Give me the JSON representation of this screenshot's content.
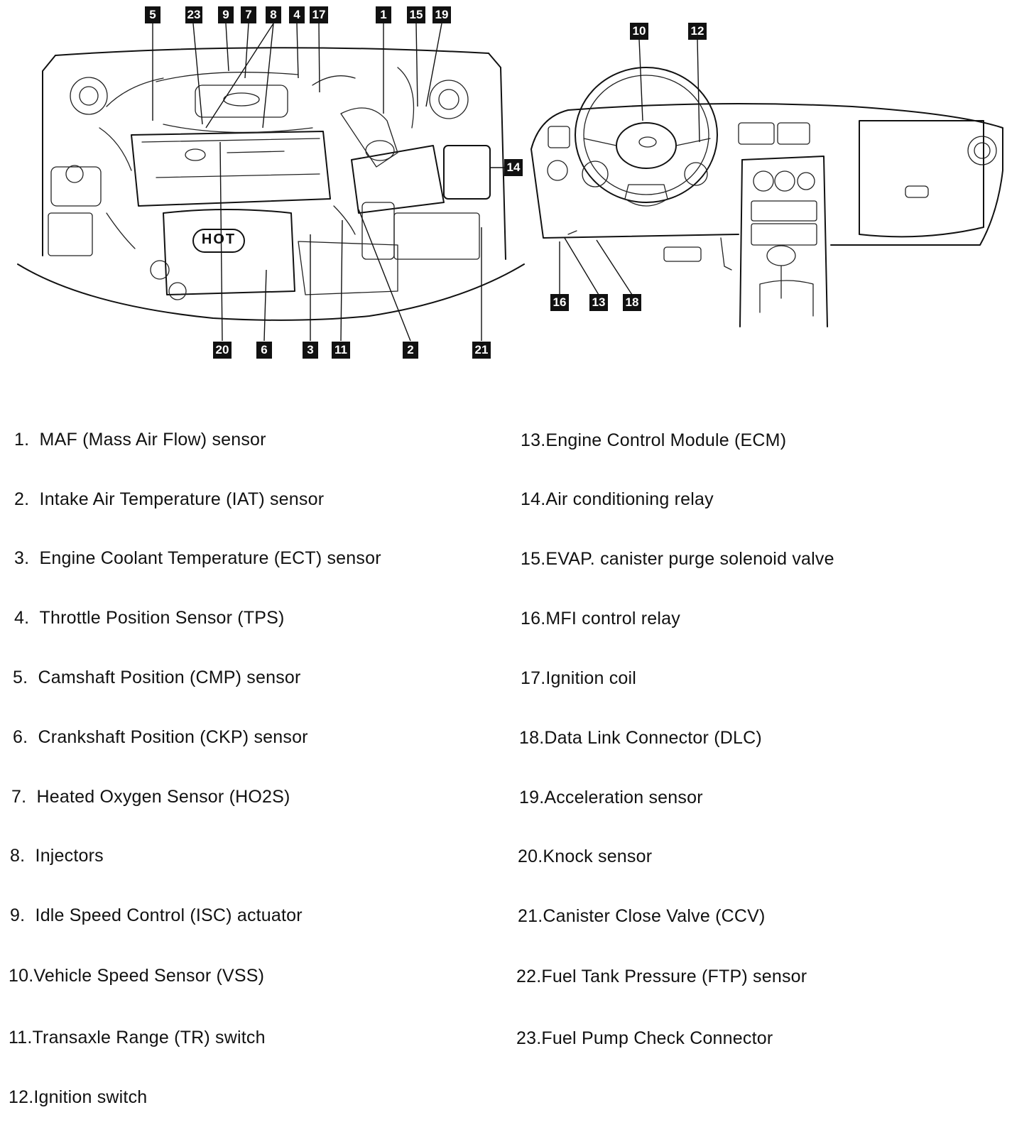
{
  "callouts": {
    "c1": "1",
    "c2": "2",
    "c3": "3",
    "c4": "4",
    "c5": "5",
    "c6": "6",
    "c7": "7",
    "c8": "8",
    "c9": "9",
    "c10": "10",
    "c11": "11",
    "c12": "12",
    "c13": "13",
    "c14": "14",
    "c15": "15",
    "c16": "16",
    "c17": "17",
    "c18": "18",
    "c19": "19",
    "c20": "20",
    "c21": "21",
    "c23": "23"
  },
  "engine_cover_text": "HOT",
  "legend": {
    "left": [
      {
        "num": "1.",
        "label": "MAF (Mass Air Flow) sensor"
      },
      {
        "num": "2.",
        "label": "Intake Air Temperature (IAT) sensor"
      },
      {
        "num": "3.",
        "label": "Engine Coolant Temperature (ECT) sensor"
      },
      {
        "num": "4.",
        "label": "Throttle Position Sensor (TPS)"
      },
      {
        "num": "5.",
        "label": "Camshaft Position (CMP) sensor"
      },
      {
        "num": "6.",
        "label": "Crankshaft Position (CKP) sensor"
      },
      {
        "num": "7.",
        "label": "Heated Oxygen Sensor (HO2S)"
      },
      {
        "num": "8.",
        "label": "Injectors"
      },
      {
        "num": "9.",
        "label": "Idle Speed Control (ISC) actuator"
      },
      {
        "num": "10.",
        "label": "Vehicle Speed Sensor (VSS)"
      },
      {
        "num": "11.",
        "label": "Transaxle Range (TR) switch"
      },
      {
        "num": "12.",
        "label": "Ignition switch"
      }
    ],
    "right": [
      {
        "num": "13.",
        "label": "Engine Control Module (ECM)"
      },
      {
        "num": "14.",
        "label": "Air conditioning relay"
      },
      {
        "num": "15.",
        "label": "EVAP. canister purge solenoid valve"
      },
      {
        "num": "16.",
        "label": "MFI control relay"
      },
      {
        "num": "17.",
        "label": "Ignition coil"
      },
      {
        "num": "18.",
        "label": "Data Link Connector (DLC)"
      },
      {
        "num": "19.",
        "label": "Acceleration sensor"
      },
      {
        "num": "20.",
        "label": "Knock sensor"
      },
      {
        "num": "21.",
        "label": "Canister Close Valve (CCV)"
      },
      {
        "num": "22.",
        "label": "Fuel Tank Pressure (FTP) sensor"
      },
      {
        "num": "23.",
        "label": "Fuel Pump Check Connector"
      }
    ]
  }
}
